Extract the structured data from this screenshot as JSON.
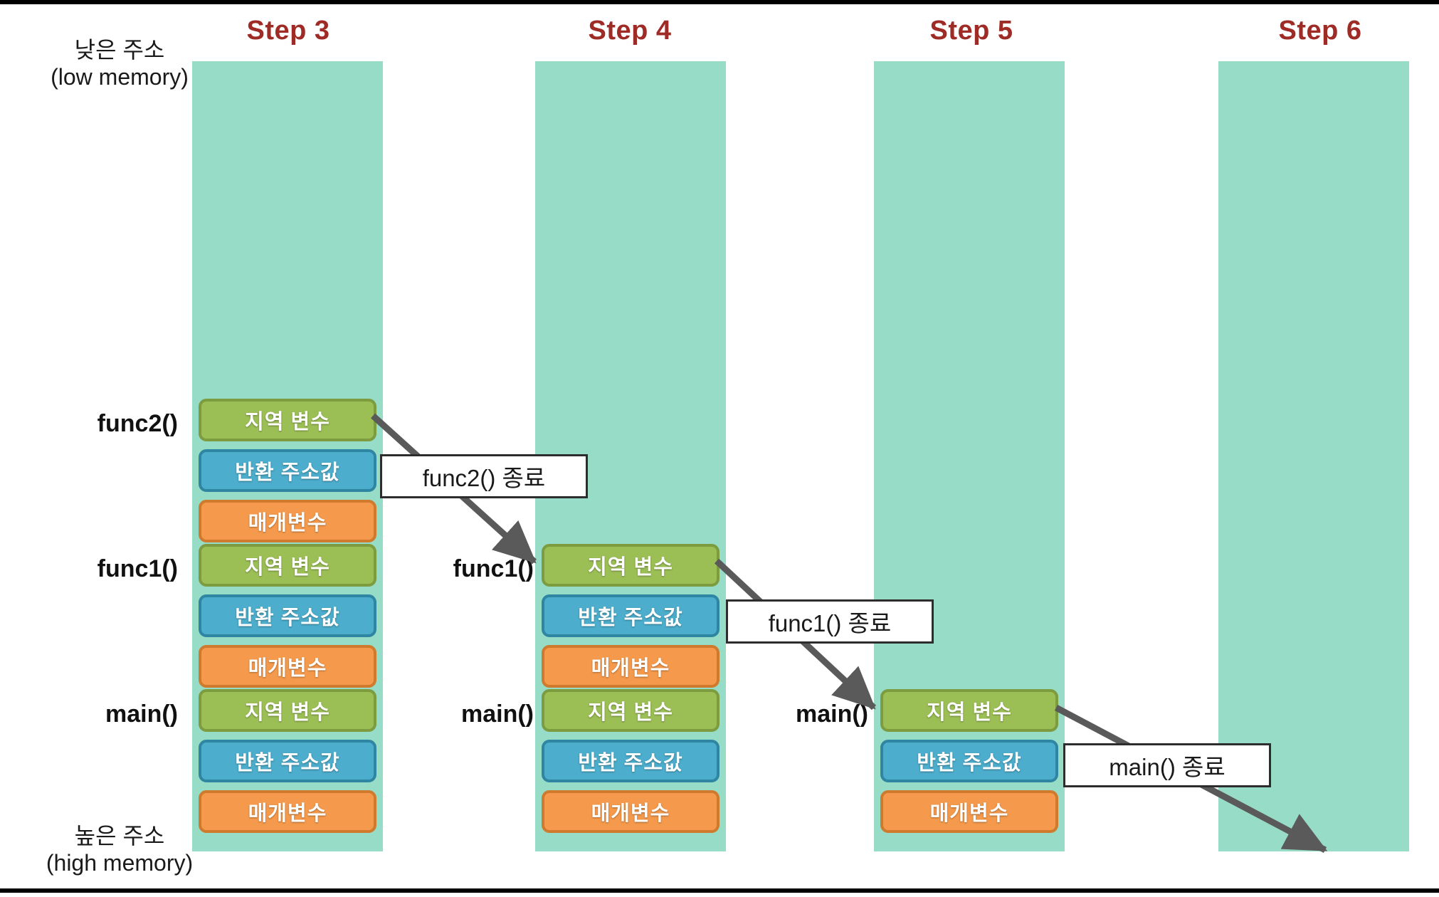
{
  "memory_labels": {
    "low": {
      "ko": "낮은 주소",
      "en": "(low memory)"
    },
    "high": {
      "ko": "높은 주소",
      "en": "(high memory)"
    }
  },
  "block_types": {
    "local": "지역 변수",
    "return_address": "반환 주소값",
    "parameter": "매개변수"
  },
  "colors": {
    "column": "#97dcc6",
    "local": "#9cbf55",
    "return_address": "#4cadcc",
    "parameter": "#f59a4c",
    "header": "#9E2B25",
    "arrow": "#5a5a5a"
  },
  "columns": [
    {
      "header": "Step 3",
      "frames": [
        {
          "label": "func2()",
          "blocks": [
            "지역 변수",
            "반환 주소값",
            "매개변수"
          ]
        },
        {
          "label": "func1()",
          "blocks": [
            "지역 변수",
            "반환 주소값",
            "매개변수"
          ]
        },
        {
          "label": "main()",
          "blocks": [
            "지역 변수",
            "반환 주소값",
            "매개변수"
          ]
        }
      ]
    },
    {
      "header": "Step 4",
      "frames": [
        {
          "label": "func1()",
          "blocks": [
            "지역 변수",
            "반환 주소값",
            "매개변수"
          ]
        },
        {
          "label": "main()",
          "blocks": [
            "지역 변수",
            "반환 주소값",
            "매개변수"
          ]
        }
      ]
    },
    {
      "header": "Step 5",
      "frames": [
        {
          "label": "main()",
          "blocks": [
            "지역 변수",
            "반환 주소값",
            "매개변수"
          ]
        }
      ]
    },
    {
      "header": "Step 6",
      "frames": []
    }
  ],
  "callouts": [
    {
      "text": "func2() 종료"
    },
    {
      "text": "func1() 종료"
    },
    {
      "text": "main() 종료"
    }
  ]
}
